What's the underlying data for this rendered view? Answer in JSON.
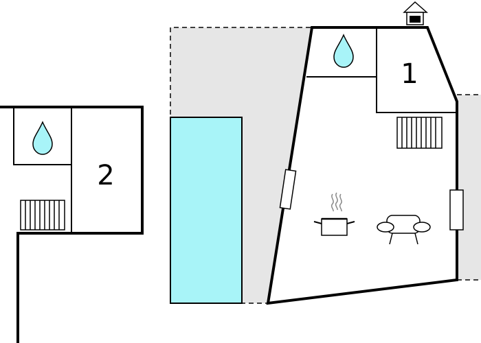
{
  "floorplan": {
    "rooms": [
      {
        "label": "1",
        "type": "bedroom"
      },
      {
        "label": "2",
        "type": "bedroom"
      }
    ],
    "icons": {
      "water_drop": "water-drop-icon",
      "radiator": "radiator-icon",
      "cooking_pot": "cooking-pot-icon",
      "sofa": "sofa-icon",
      "fireplace": "chimney-icon",
      "window": "window-icon",
      "pool": "pool-icon"
    },
    "colors": {
      "wall": "#000000",
      "terrace": "#e6e6e6",
      "pool": "#a8f4f8",
      "water_drop": "#a8f4f8",
      "background": "#ffffff"
    }
  }
}
